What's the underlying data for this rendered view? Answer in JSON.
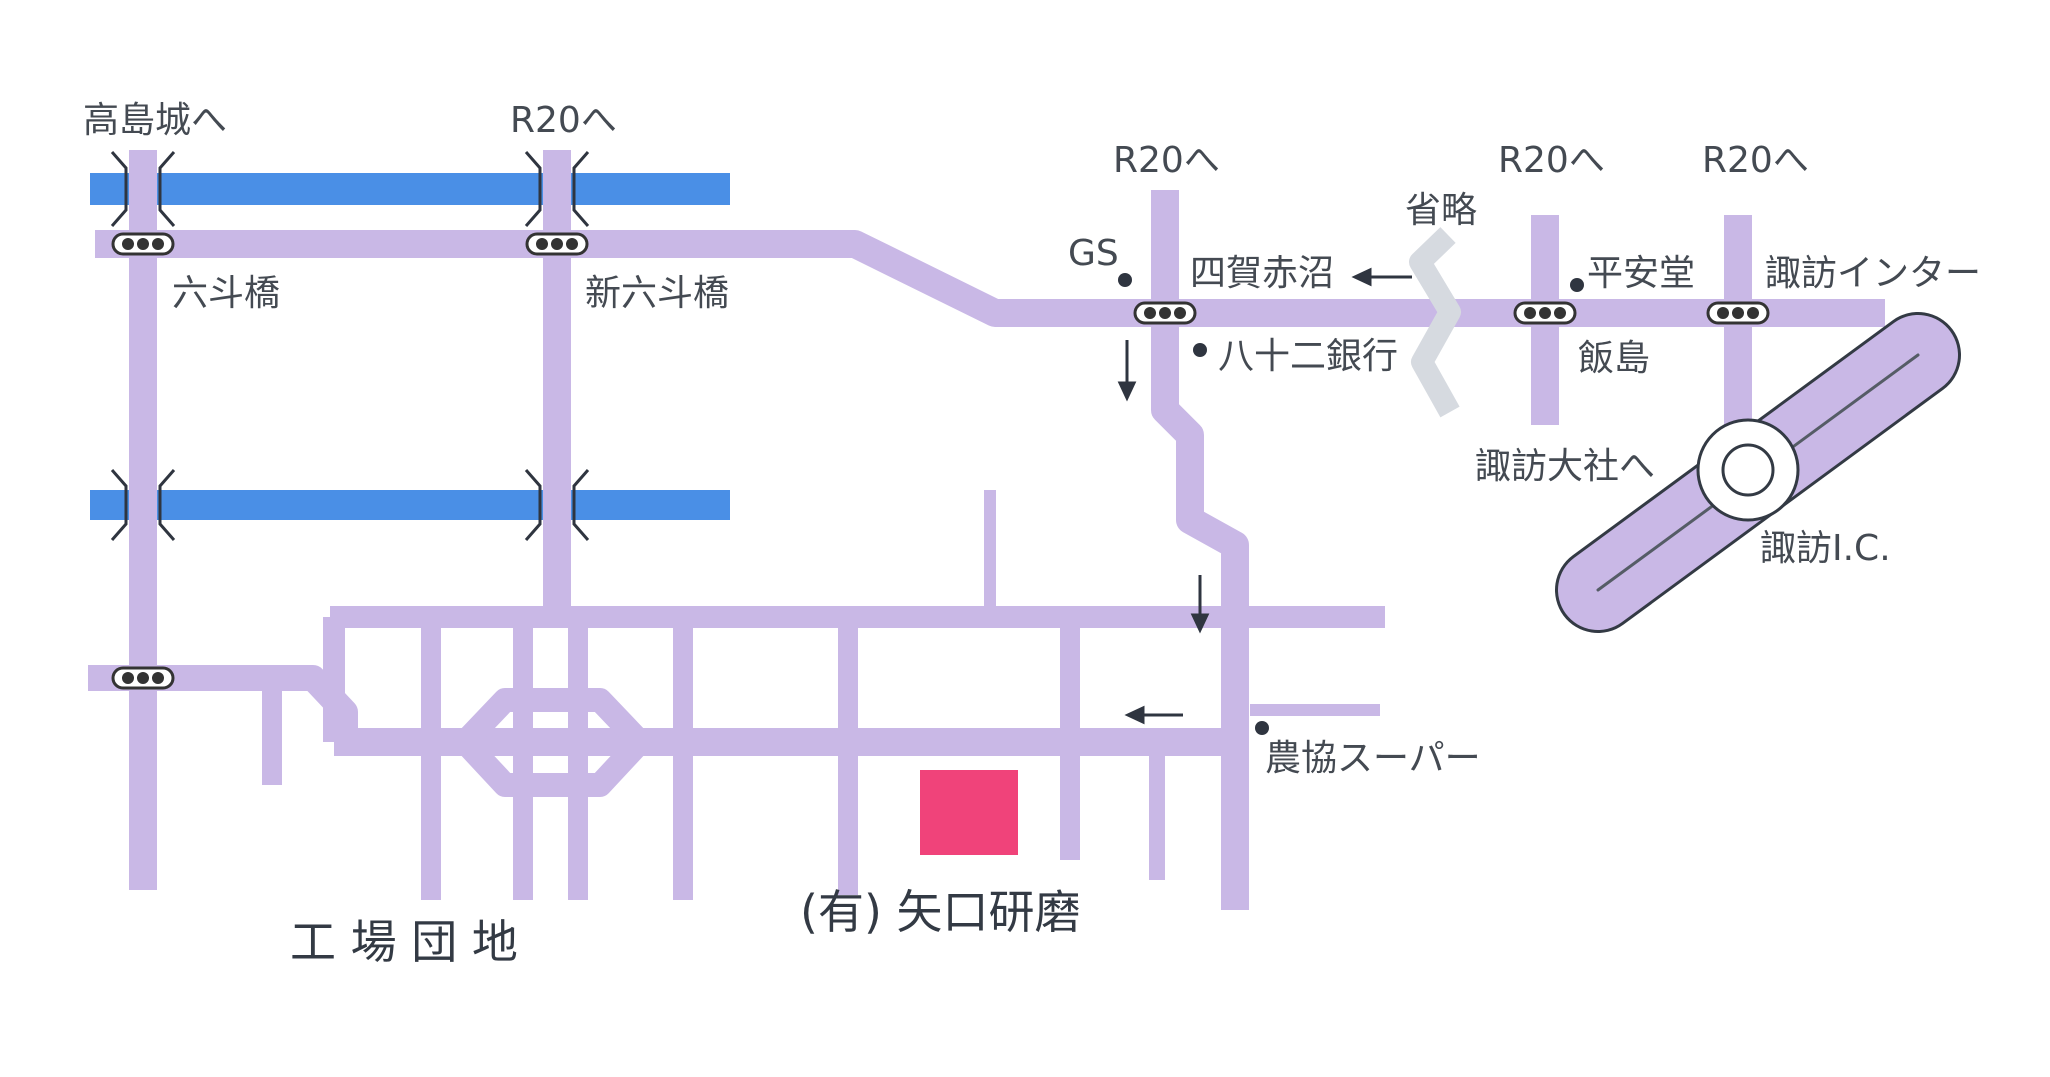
{
  "labels": {
    "takashima": "高島城へ",
    "r20_a": "R20へ",
    "r20_b": "R20へ",
    "r20_c": "R20へ",
    "r20_d": "R20へ",
    "shoryaku": "省略",
    "gs": "GS",
    "shigaakanuma": "四賀赤沼",
    "heiando": "平安堂",
    "suwa_inter": "諏訪インター",
    "rokutobashi": "六斗橋",
    "shin_rokutobashi": "新六斗橋",
    "hachijuni": "八十二銀行",
    "iijima": "飯島",
    "suwa_taisha": "諏訪大社へ",
    "suwa_ic": "諏訪I.C.",
    "nokyo": "農協スーパー",
    "company": "(有) 矢口研磨",
    "industrial_park": "工 場 団 地"
  },
  "colors": {
    "road": "#c9b8e6",
    "river": "#4a8fe6",
    "destination": "#f0437a",
    "signal": "#333333",
    "text": "#444a52"
  }
}
